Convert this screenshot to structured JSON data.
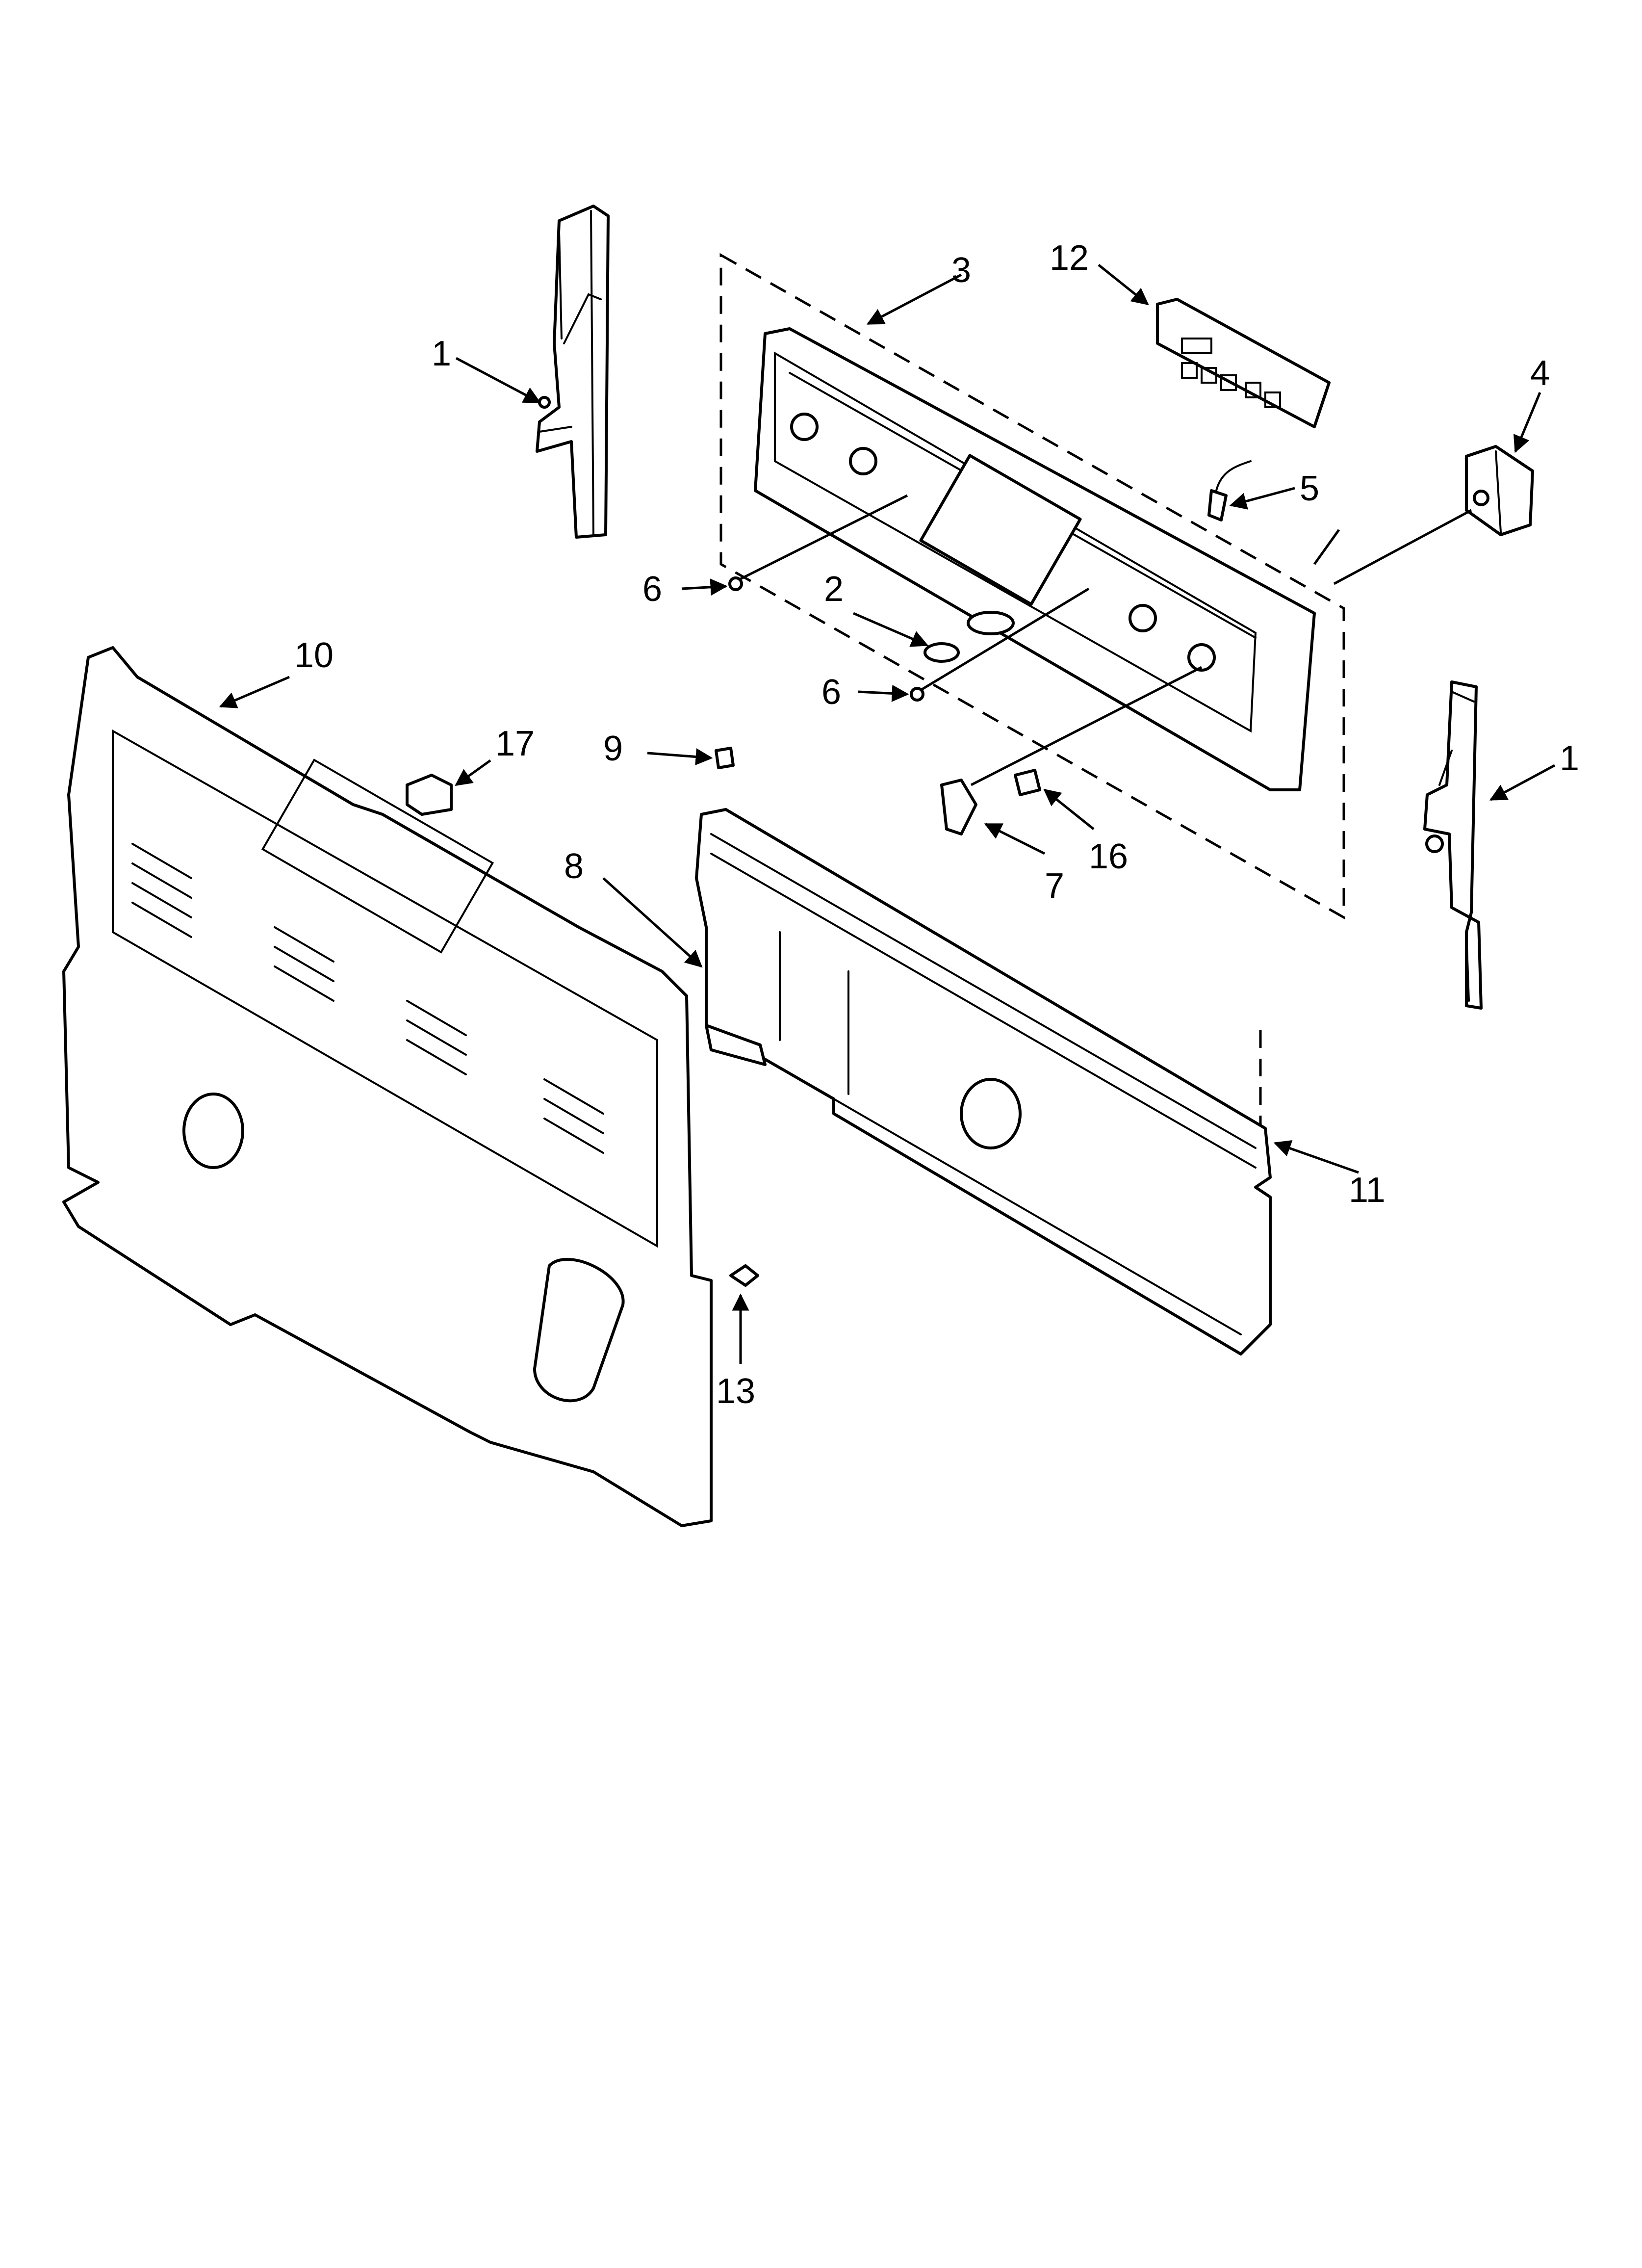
{
  "callouts": [
    {
      "id": "c1a",
      "label": "1"
    },
    {
      "id": "c1b",
      "label": "1"
    },
    {
      "id": "c2",
      "label": "2"
    },
    {
      "id": "c3",
      "label": "3"
    },
    {
      "id": "c4",
      "label": "4"
    },
    {
      "id": "c5",
      "label": "5"
    },
    {
      "id": "c6a",
      "label": "6"
    },
    {
      "id": "c6b",
      "label": "6"
    },
    {
      "id": "c7",
      "label": "7"
    },
    {
      "id": "c8",
      "label": "8"
    },
    {
      "id": "c9",
      "label": "9"
    },
    {
      "id": "c10",
      "label": "10"
    },
    {
      "id": "c11",
      "label": "11"
    },
    {
      "id": "c12",
      "label": "12"
    },
    {
      "id": "c13",
      "label": "13"
    },
    {
      "id": "c16",
      "label": "16"
    },
    {
      "id": "c17",
      "label": "17"
    }
  ]
}
